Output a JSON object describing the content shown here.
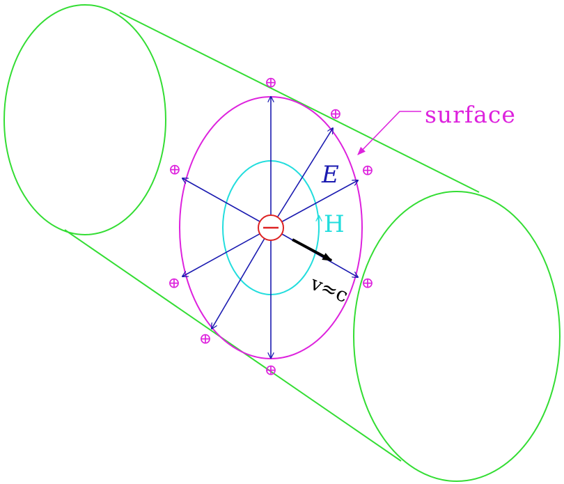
{
  "labels": {
    "surface": "surface",
    "field_e": "E",
    "field_h": "H",
    "charge_sign": "−",
    "velocity": "v≈c",
    "positive_charge_glyph": "⊕"
  },
  "colors": {
    "cylinder": "#33dd33",
    "surface": "#dd22dd",
    "e_field": "#1a1ab0",
    "h_field": "#22dddd",
    "charge": "#dd2222",
    "velocity": "#000000",
    "background": "#ffffff"
  },
  "icons": {
    "positive_charge": "circled-plus-icon",
    "negative_charge": "circled-minus-icon"
  },
  "positive_charge_count": 8,
  "e_field_arrow_count": 8
}
